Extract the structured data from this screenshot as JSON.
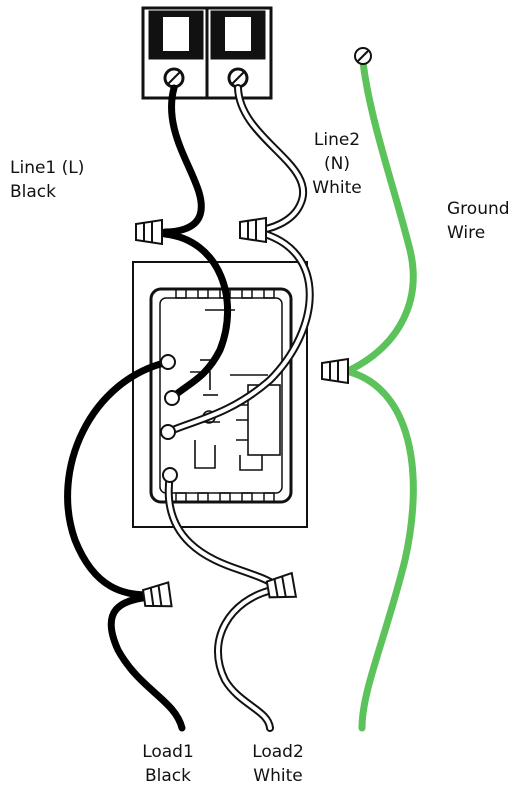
{
  "labels": {
    "line1": [
      "Line1 (L)",
      "Black"
    ],
    "line2": [
      "Line2",
      "(N)",
      "White"
    ],
    "ground": [
      "Ground",
      "Wire"
    ],
    "load1": [
      "Load1",
      "Black"
    ],
    "load2": [
      "Load2",
      "White"
    ]
  },
  "colors": {
    "line_black": "#000000",
    "neutral_white": "#ffffff",
    "ground_green": "#5cc25a",
    "outline": "#111111"
  }
}
